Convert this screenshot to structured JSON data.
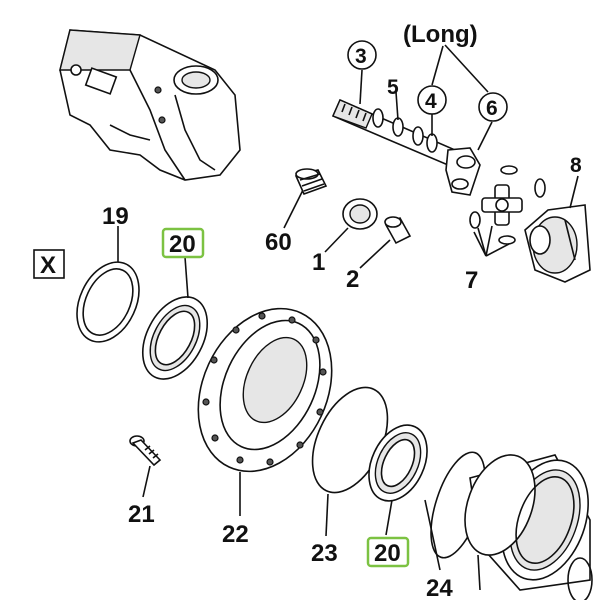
{
  "diagram": {
    "long_label": "(Long)",
    "section_label": "X",
    "highlight_color": "#7cc242",
    "callouts": {
      "c3": "3",
      "c4": "4",
      "c5": "5",
      "c6": "6",
      "c8": "8",
      "c19": "19",
      "c20a": "20",
      "c60": "60",
      "c1": "1",
      "c2": "2",
      "c7": "7",
      "c21": "21",
      "c22": "22",
      "c23": "23",
      "c20b": "20",
      "c24": "24"
    }
  }
}
